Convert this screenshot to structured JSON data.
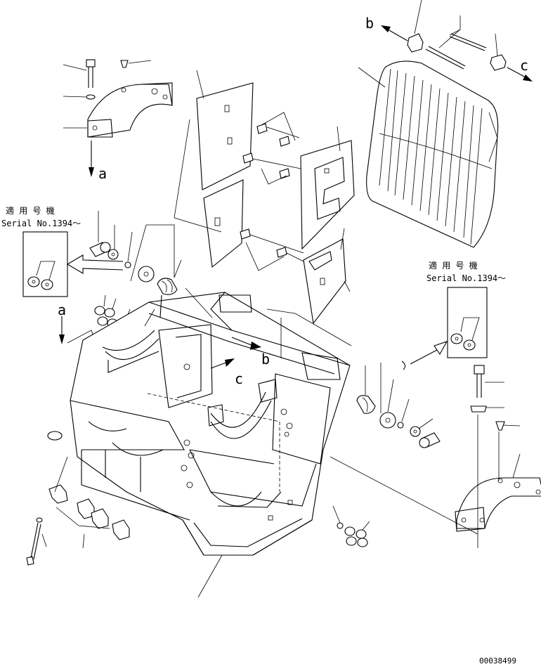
{
  "labels": {
    "a_top": "a",
    "a_left": "a",
    "b_top": "b",
    "b_mid": "b",
    "c_top": "c",
    "c_mid": "c"
  },
  "notes": {
    "left": {
      "line1": "適 用 号 機",
      "line2": "Serial No.1394～"
    },
    "right": {
      "line1": "適 用 号 機",
      "line2": "Serial No.1394～"
    }
  },
  "drawing_number": "00038499"
}
